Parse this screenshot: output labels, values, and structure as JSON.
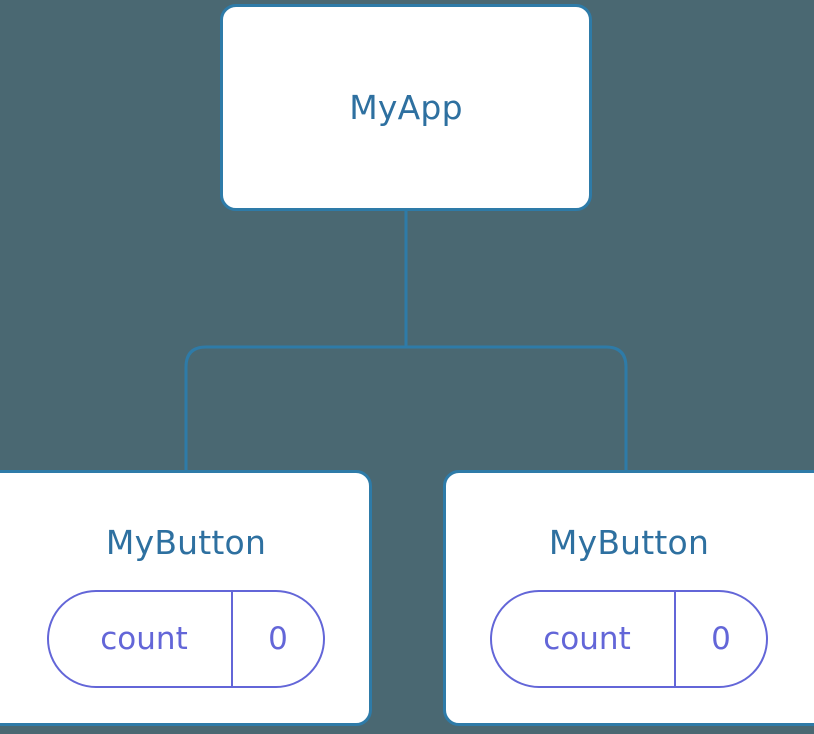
{
  "diagram": {
    "type": "component-tree",
    "background_color": "#4a6872",
    "node_border_color": "#2e7ba8",
    "node_title_color": "#2e70a0",
    "pill_color": "#6366d8",
    "connector_color": "#2e7ba8",
    "root": {
      "title": "MyApp"
    },
    "children": [
      {
        "title": "MyButton",
        "state": {
          "key": "count",
          "value": "0"
        }
      },
      {
        "title": "MyButton",
        "state": {
          "key": "count",
          "value": "0"
        }
      }
    ]
  }
}
